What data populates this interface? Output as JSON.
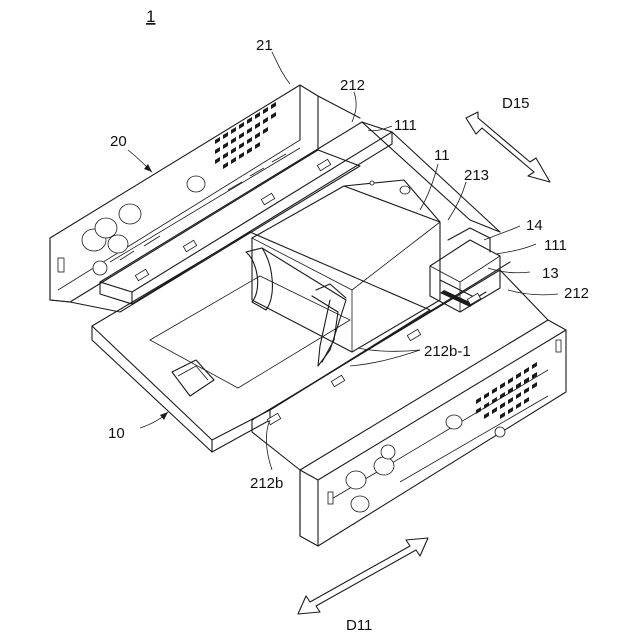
{
  "figure": {
    "title": "1",
    "labels": {
      "l21": "21",
      "l212_top": "212",
      "l111_top": "111",
      "l20": "20",
      "l11": "11",
      "l213": "213",
      "l14": "14",
      "l111_right": "111",
      "l13": "13",
      "l212_right": "212",
      "l212b1": "212b-1",
      "l10": "10",
      "l212b": "212b",
      "lD15": "D15",
      "lD11": "D11"
    }
  }
}
